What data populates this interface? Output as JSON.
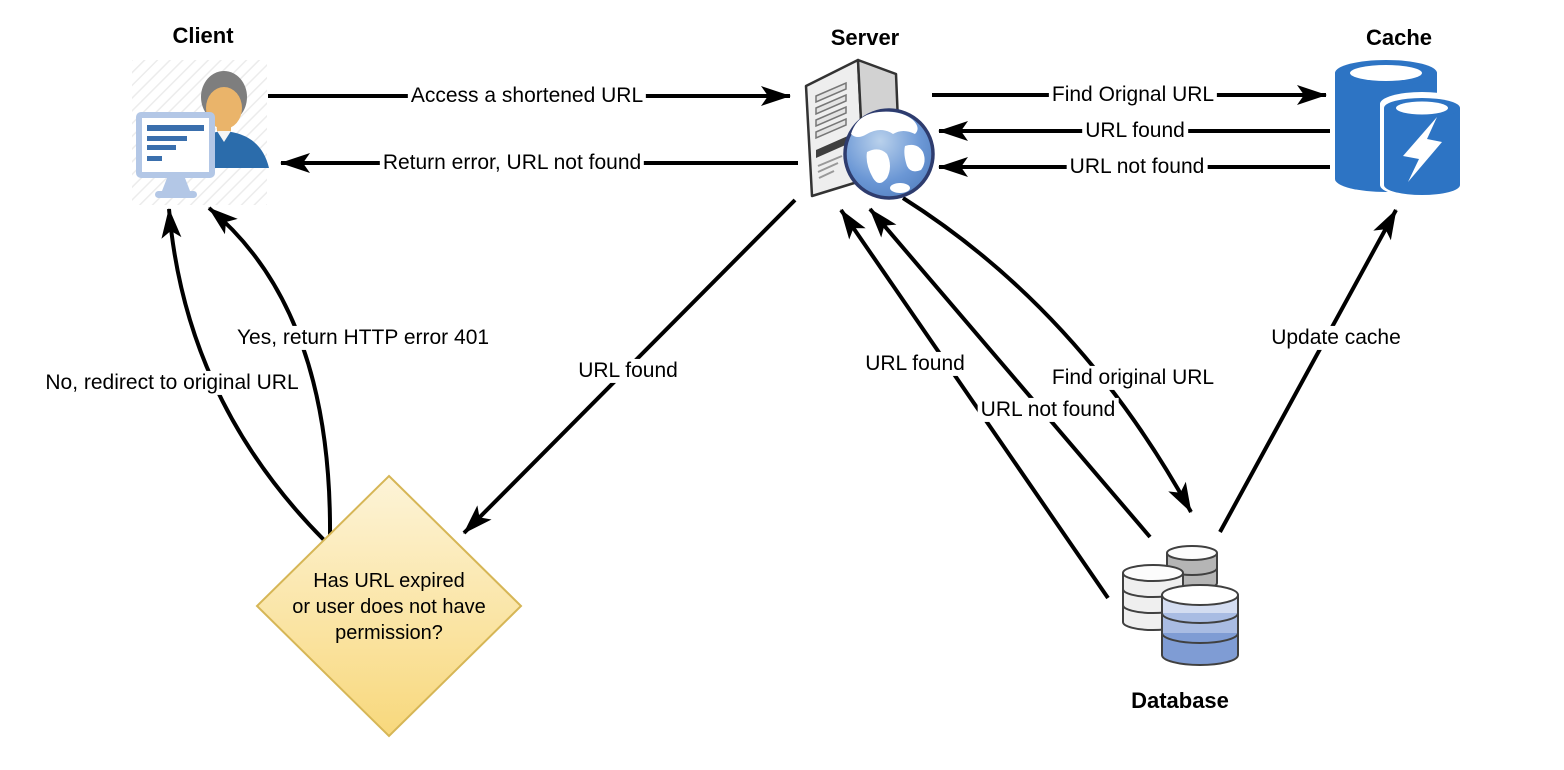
{
  "nodes": {
    "client": {
      "label": "Client",
      "icon": "person-at-computer-icon"
    },
    "server": {
      "label": "Server",
      "icon": "server-tower-globe-icon"
    },
    "cache": {
      "label": "Cache",
      "icon": "cache-cylinders-lightning-icon"
    },
    "database": {
      "label": "Database",
      "icon": "database-cylinders-icon"
    },
    "decision": {
      "shape": "diamond",
      "text": "Has URL expired or user does not have permission?",
      "line1": "Has URL expired",
      "line2": "or user does not have",
      "line3": "permission?"
    }
  },
  "edges": {
    "client_to_server": {
      "from": "client",
      "to": "server",
      "label": "Access a shortened URL"
    },
    "server_to_client": {
      "from": "server",
      "to": "client",
      "label": "Return error, URL not found"
    },
    "server_to_cache": {
      "from": "server",
      "to": "cache",
      "label": "Find Orignal URL"
    },
    "cache_to_server_found": {
      "from": "cache",
      "to": "server",
      "label": "URL found"
    },
    "cache_to_server_not_found": {
      "from": "cache",
      "to": "server",
      "label": "URL not found"
    },
    "server_to_decision": {
      "from": "server",
      "to": "decision",
      "label": "URL found"
    },
    "decision_to_client_yes": {
      "from": "decision",
      "to": "client",
      "label": "Yes, return HTTP error 401"
    },
    "decision_to_client_no": {
      "from": "decision",
      "to": "client",
      "label": "No, redirect to original URL"
    },
    "database_to_server_found": {
      "from": "database",
      "to": "server",
      "label": "URL found"
    },
    "database_to_server_not_found": {
      "from": "database",
      "to": "server",
      "label": "URL not found"
    },
    "server_to_database": {
      "from": "server",
      "to": "database",
      "label": "Find original URL"
    },
    "database_to_cache": {
      "from": "database",
      "to": "cache",
      "label": "Update cache"
    }
  },
  "colors": {
    "arrow": "#000000",
    "cache_blue": "#2d74c4",
    "diamond_fill_top": "#fdf4d8",
    "diamond_fill_bottom": "#f8d87c",
    "diamond_stroke": "#d6b656",
    "database_front_blue": "#7f9cd4",
    "client_monitor": "#b3c7e6",
    "client_shirt": "#2b6cab"
  }
}
